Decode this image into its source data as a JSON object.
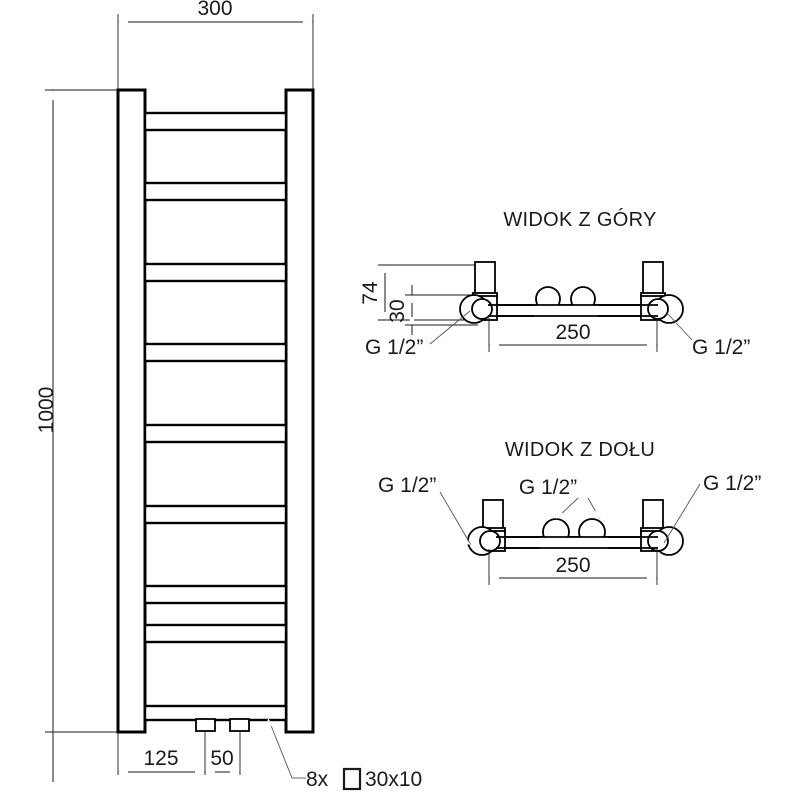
{
  "document": {
    "type": "technical-drawing",
    "subject": "ladder towel radiator dimensional drawing",
    "units": "mm"
  },
  "front_view": {
    "width_label": "300",
    "height_label": "1000",
    "offset_label": "125",
    "spacing_label": "50",
    "rung_note": "8x",
    "rung_profile": "30x10",
    "rung_count": 8,
    "square_symbol": "square-profile-symbol"
  },
  "top_view": {
    "title": "WIDOK Z GÓRY",
    "depth_label": "74",
    "pipe_label": "30",
    "span_label": "250",
    "connection_left": "G 1/2”",
    "connection_right": "G 1/2”"
  },
  "bottom_view": {
    "title": "WIDOK Z DOŁU",
    "span_label": "250",
    "connection_left": "G 1/2”",
    "connection_center": "G 1/2”",
    "connection_right": "G 1/2”"
  },
  "colors": {
    "line": "#1a1a1a",
    "thin_line": "#555555",
    "background": "#ffffff"
  }
}
